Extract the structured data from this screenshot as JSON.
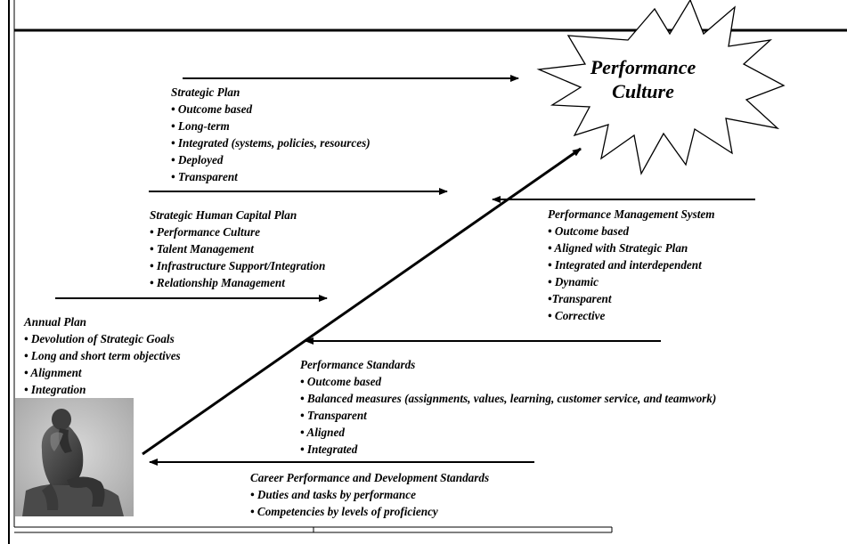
{
  "burst": {
    "title": "Performance Culture"
  },
  "thinker_image": "thinker-statue",
  "blocks": {
    "strategic_plan": {
      "heading": "Strategic Plan",
      "items": [
        "• Outcome based",
        "• Long-term",
        "• Integrated (systems, policies, resources)",
        "• Deployed",
        "• Transparent"
      ]
    },
    "human_capital": {
      "heading": "Strategic Human Capital Plan",
      "items": [
        "• Performance Culture",
        "• Talent Management",
        "• Infrastructure  Support/Integration",
        "• Relationship Management"
      ]
    },
    "annual_plan": {
      "heading": "Annual Plan",
      "items": [
        "• Devolution of Strategic Goals",
        "• Long and short term objectives",
        "• Alignment",
        "• Integration"
      ]
    },
    "pms": {
      "heading": "Performance Management System",
      "items": [
        "• Outcome based",
        "• Aligned with Strategic Plan",
        "• Integrated and interdependent",
        "• Dynamic",
        "•Transparent",
        "• Corrective"
      ]
    },
    "standards": {
      "heading": "Performance Standards",
      "items": [
        "• Outcome based",
        "• Balanced measures (assignments, values, learning, customer service, and teamwork)",
        "• Transparent",
        "• Aligned",
        "• Integrated"
      ]
    },
    "career": {
      "heading": "Career Performance and Development Standards",
      "items": [
        "• Duties and tasks by performance",
        "• Competencies by levels of proficiency"
      ]
    }
  }
}
